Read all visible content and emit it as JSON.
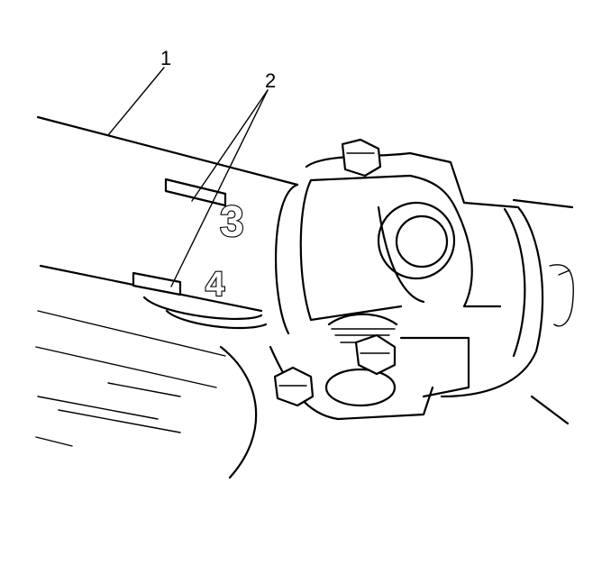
{
  "figure": {
    "callouts": [
      {
        "number": "1"
      },
      {
        "number": "2"
      }
    ],
    "shaft_marks": [
      {
        "number": "3"
      },
      {
        "number": "4"
      }
    ]
  }
}
